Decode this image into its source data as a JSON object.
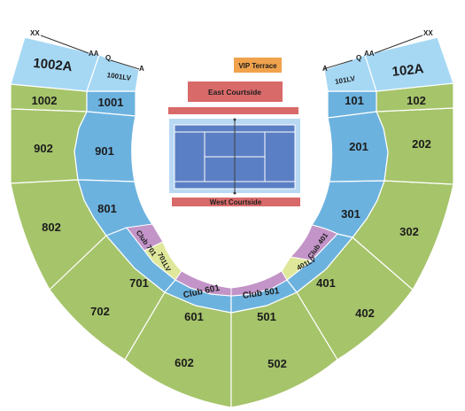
{
  "colors": {
    "outer_sections": "#a6c46a",
    "inner_sections": "#6cb2df",
    "top_sections": "#a6d8f4",
    "club_sections": "#c394c8",
    "lv_sections": "#dfe89a",
    "court_surface": "#5b7fc4",
    "court_surround": "#b9d9f3",
    "courtside": "#d96a6a",
    "vip_terrace": "#f0a24c"
  },
  "stage": {
    "vip_terrace": "VIP Terrace",
    "east_courtside": "East Courtside",
    "west_courtside": "West Courtside"
  },
  "sections": {
    "s1002A": "1002A",
    "s1001LV": "1001LV",
    "s1002": "1002",
    "s1001": "1001",
    "s902": "902",
    "s901": "901",
    "s802": "802",
    "s801": "801",
    "s702": "702",
    "s701": "701",
    "s602": "602",
    "s601": "601",
    "s502": "502",
    "s501": "501",
    "s402": "402",
    "s401": "401",
    "s302": "302",
    "s301": "301",
    "s202": "202",
    "s201": "201",
    "s102": "102",
    "s101": "101",
    "s102A": "102A",
    "s101LV": "101LV",
    "club701": "Club 701",
    "club601": "Club 601",
    "club501": "Club 501",
    "club401": "Club 401",
    "lv701": "701LV",
    "lv401": "401LV"
  },
  "rows": {
    "left_xx": "XX",
    "left_aa": "AA",
    "left_q": "Q",
    "left_a": "A",
    "right_a": "A",
    "right_q": "Q",
    "right_aa": "AA",
    "right_xx": "XX"
  }
}
